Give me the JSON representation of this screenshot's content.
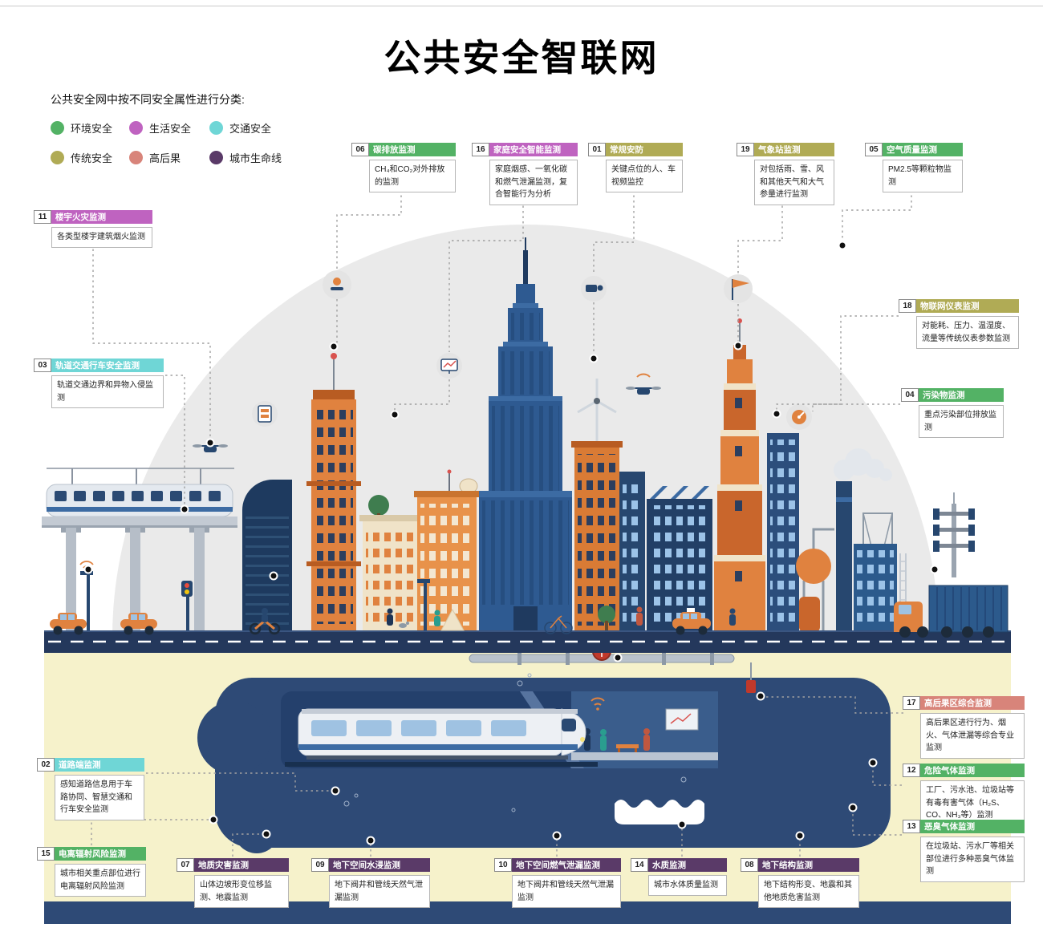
{
  "title": "公共安全智联网",
  "legend": {
    "title": "公共安全网中按不同安全属性进行分类:",
    "items": [
      {
        "label": "环境安全"
      },
      {
        "label": "生活安全"
      },
      {
        "label": "交通安全"
      },
      {
        "label": "传统安全"
      },
      {
        "label": "高后果"
      },
      {
        "label": "城市生命线"
      }
    ]
  },
  "colors": {
    "environment": "#53b265",
    "life": "#bf63c0",
    "traffic": "#6fd6d6",
    "traditional": "#b0ab55",
    "high_consequence": "#d8847a",
    "lifeline": "#5a3a68"
  },
  "callouts": {
    "c06": {
      "num": "06",
      "title": "碳排放监测",
      "desc": "CH₄和CO₂对外排放的监测"
    },
    "c16": {
      "num": "16",
      "title": "家庭安全智能监测",
      "desc": "家庭烟感、一氧化碳和燃气泄漏监测，复合智能行为分析"
    },
    "c01": {
      "num": "01",
      "title": "常规安防",
      "desc": "关键点位的人、车视频监控"
    },
    "c19": {
      "num": "19",
      "title": "气象站监测",
      "desc": "对包括雨、雪、风和其他天气和大气参量进行监测"
    },
    "c05": {
      "num": "05",
      "title": "空气质量监测",
      "desc": "PM2.5等颗粒物监测"
    },
    "c11": {
      "num": "11",
      "title": "楼宇火灾监测",
      "desc": "各类型楼宇建筑烟火监测"
    },
    "c18": {
      "num": "18",
      "title": "物联网仪表监测",
      "desc": "对能耗、压力、温湿度、流量等传统仪表参数监测"
    },
    "c03": {
      "num": "03",
      "title": "轨道交通行车安全监测",
      "desc": "轨道交通边界和异物入侵监测"
    },
    "c04": {
      "num": "04",
      "title": "污染物监测",
      "desc": "重点污染部位排放监测"
    },
    "c17": {
      "num": "17",
      "title": "高后果区综合监测",
      "desc": "高后果区进行行为、烟火、气体泄漏等综合专业监测"
    },
    "c02": {
      "num": "02",
      "title": "道路端监测",
      "desc": "感知道路信息用于车路协同、智慧交通和行车安全监测"
    },
    "c12": {
      "num": "12",
      "title": "危险气体监测",
      "desc": "工厂、污水池、垃圾站等有毒有害气体（H₂S、CO、NH₃等）监测"
    },
    "c13": {
      "num": "13",
      "title": "恶臭气体监测",
      "desc": "在垃圾站、污水厂等相关部位进行多种恶臭气体监测"
    },
    "c15": {
      "num": "15",
      "title": "电离辐射风险监测",
      "desc": "城市相关重点部位进行电离辐射风险监测"
    },
    "c07": {
      "num": "07",
      "title": "地质灾害监测",
      "desc": "山体边坡形变位移监测、地震监测"
    },
    "c09": {
      "num": "09",
      "title": "地下空间水浸监测",
      "desc": "地下阀井和管线天然气泄漏监测"
    },
    "c10": {
      "num": "10",
      "title": "地下空间燃气泄漏监测",
      "desc": "地下阀井和管线天然气泄漏监测"
    },
    "c14": {
      "num": "14",
      "title": "水质监测",
      "desc": "城市水体质量监测"
    },
    "c08": {
      "num": "08",
      "title": "地下结构监测",
      "desc": "地下结构形变、地震和其他地质危害监测"
    }
  }
}
